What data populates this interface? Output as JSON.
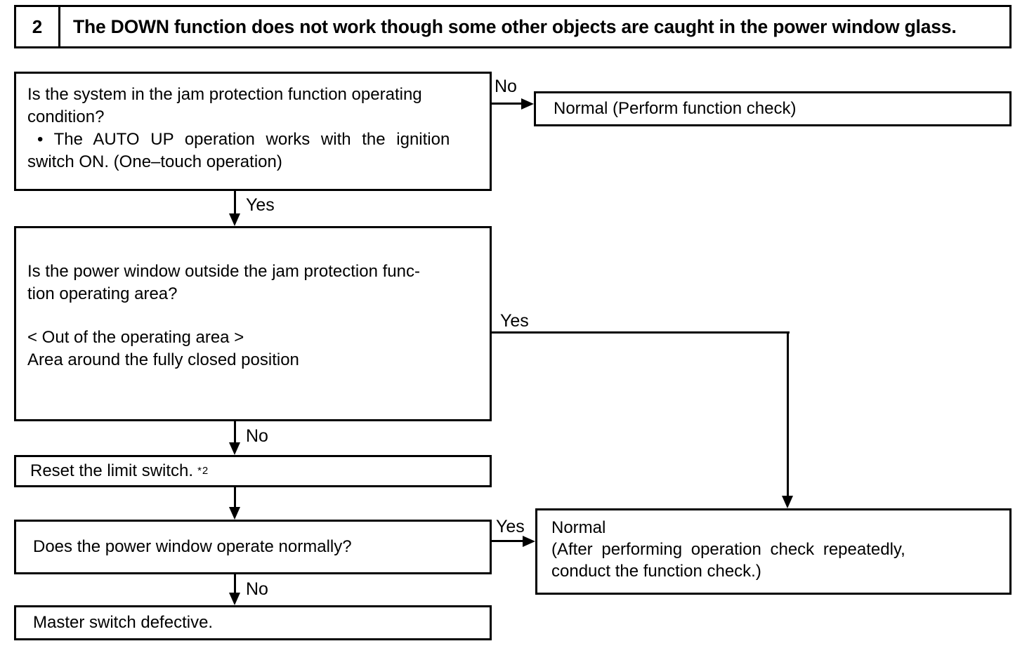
{
  "header": {
    "number": "2",
    "title": "The DOWN function does not work though some other objects are caught in the power window glass."
  },
  "nodes": {
    "q1": {
      "l1": "Is the system in the jam protection function operating",
      "l2": "condition?",
      "l3": "• The AUTO UP operation works with the ignition",
      "l4": "switch ON. (One–touch operation)"
    },
    "normal1": {
      "text": "Normal (Perform function check)"
    },
    "q2": {
      "l1": "Is the power window outside the jam protection func-",
      "l2": "tion operating area?",
      "l3": "< Out of the operating area >",
      "l4": "Area around the fully closed position"
    },
    "reset": {
      "text": "Reset the limit switch.",
      "footnote": "*2"
    },
    "q3": {
      "text": "Does the power window operate normally?"
    },
    "normal2": {
      "l1": "Normal",
      "l2": "(After performing operation check repeatedly,",
      "l3": "conduct the function check.)"
    },
    "defective": {
      "text": "Master switch defective."
    }
  },
  "labels": {
    "q1_no": "No",
    "q1_yes": "Yes",
    "q2_yes": "Yes",
    "q2_no": "No",
    "q3_yes": "Yes",
    "q3_no": "No"
  },
  "colors": {
    "ink": "#000000",
    "paper": "#ffffff"
  }
}
